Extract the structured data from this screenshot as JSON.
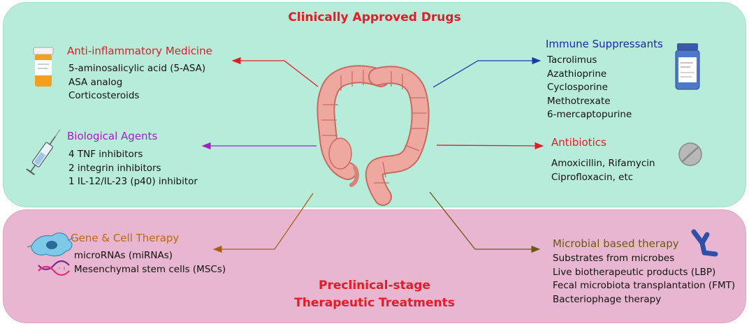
{
  "top_panel": {
    "title": "Clinically Approved Drugs",
    "anti_inflammatory": {
      "title": "Anti-inflammatory Medicine",
      "items": [
        "5-aminosalicylic acid (5-ASA)",
        "ASA analog",
        "Corticosteroids"
      ],
      "color": "#e01e26"
    },
    "biological": {
      "title": "Biological Agents",
      "items": [
        "4 TNF inhibitors",
        "2 integrin inhibitors",
        "1 IL-12/IL-23 (p40) inhibitor"
      ],
      "color": "#a020c0"
    },
    "immune": {
      "title": "Immune Suppressants",
      "items": [
        "Tacrolimus",
        "Azathioprine",
        "Cyclosporine",
        "Methotrexate",
        "6-mercaptopurine"
      ],
      "color": "#1a2aa0"
    },
    "antibiotics": {
      "title": "Antibiotics",
      "items": [
        "Amoxicillin, Rifamycin",
        "Ciprofloxacin, etc"
      ],
      "color": "#e01e26"
    }
  },
  "bottom_panel": {
    "title_line1": "Preclinical-stage",
    "title_line2": "Therapeutic Treatments",
    "gene_cell": {
      "title": "Gene & Cell Therapy",
      "items": [
        "microRNAs (miRNAs)",
        "Mesenchymal stem cells (MSCs)"
      ],
      "color": "#b86a10"
    },
    "microbial": {
      "title": "Microbial based therapy",
      "items": [
        "Substrates from microbes",
        "Live biotherapeutic products (LBP)",
        "Fecal microbiota transplantation (FMT)",
        "Bacteriophage therapy"
      ],
      "color": "#6a5a10"
    }
  },
  "icons": [
    "pill-bottle-icon",
    "syringe-icon",
    "medicine-bottle-icon",
    "tablet-icon",
    "cell-icon",
    "dna-icon",
    "antibody-icon",
    "colon-icon"
  ]
}
